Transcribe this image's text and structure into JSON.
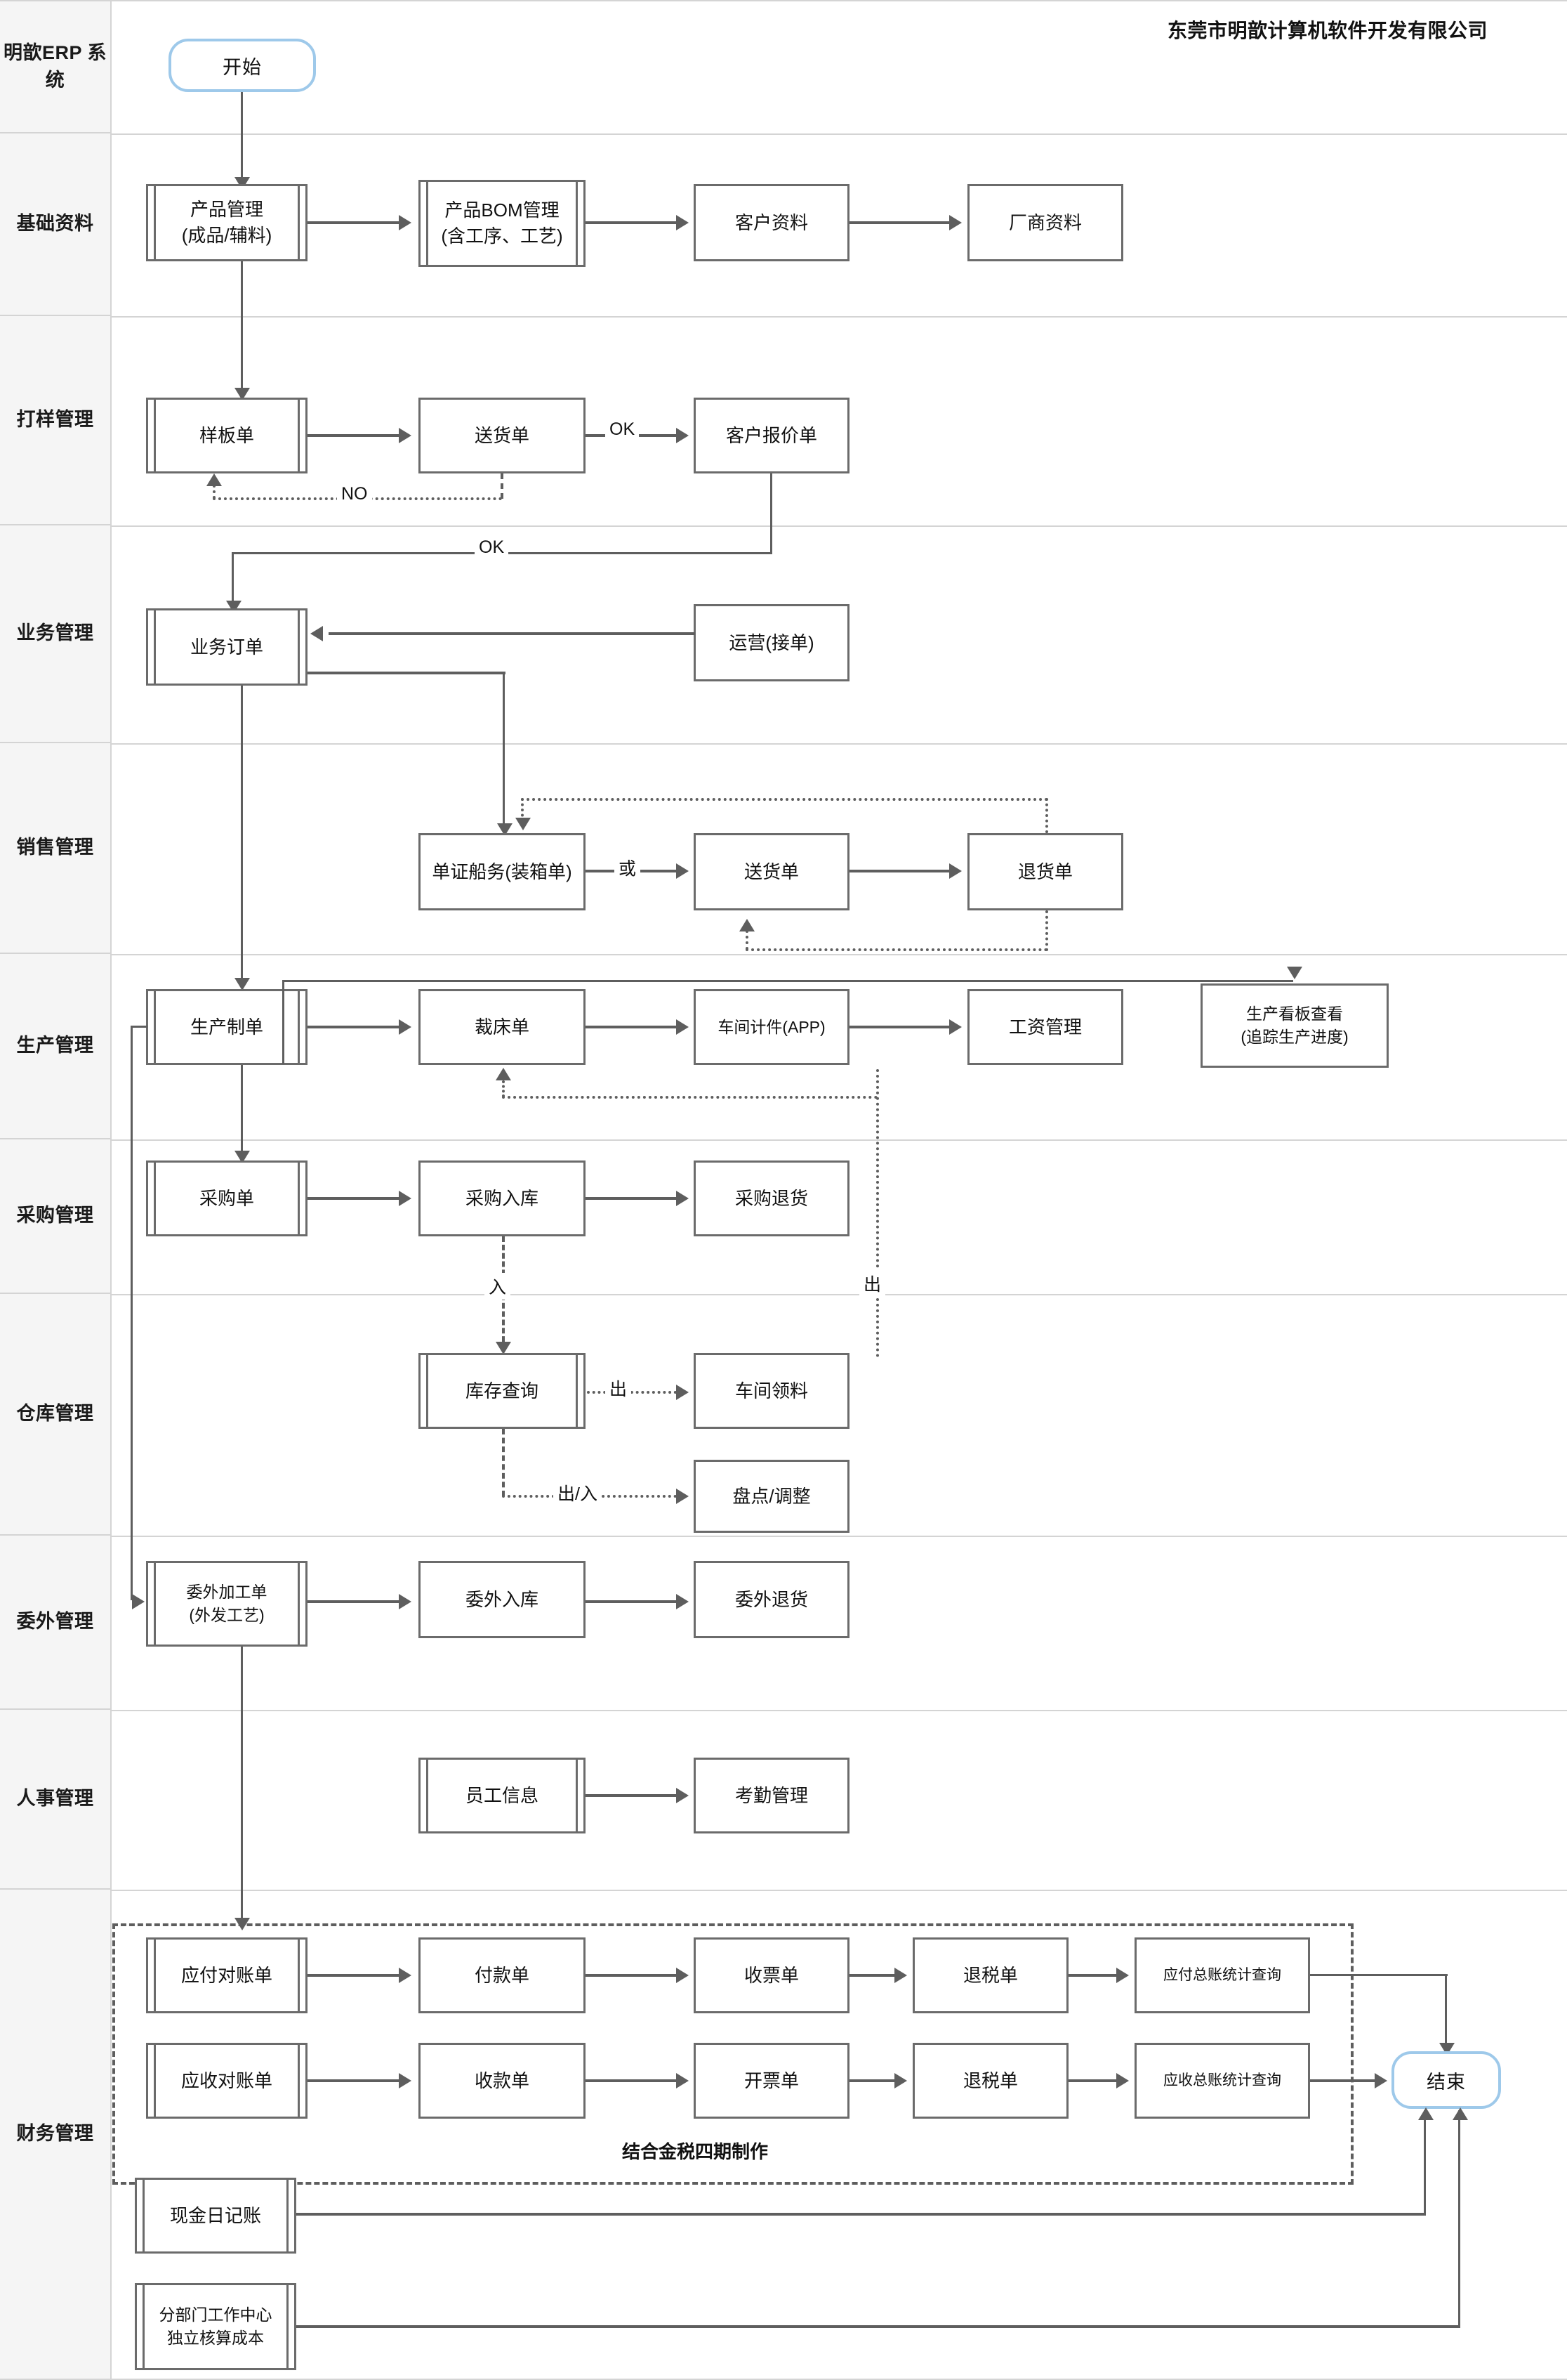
{
  "header": {
    "company": "东莞市明歆计算机软件开发有限公司"
  },
  "lanes": [
    {
      "id": "system",
      "label": "明歆ERP\n系统"
    },
    {
      "id": "basic",
      "label": "基础资料"
    },
    {
      "id": "sample",
      "label": "打样管理"
    },
    {
      "id": "business",
      "label": "业务管理"
    },
    {
      "id": "sales",
      "label": "销售管理"
    },
    {
      "id": "produce",
      "label": "生产管理"
    },
    {
      "id": "purchase",
      "label": "采购管理"
    },
    {
      "id": "warehouse",
      "label": "仓库管理"
    },
    {
      "id": "outsource",
      "label": "委外管理"
    },
    {
      "id": "hr",
      "label": "人事管理"
    },
    {
      "id": "finance",
      "label": "财务管理"
    }
  ],
  "terminators": {
    "start": "开始",
    "end": "结束"
  },
  "nodes": {
    "product_mgmt": "产品管理\n(成品/辅料)",
    "bom_mgmt": "产品BOM管理\n(含工序、工艺)",
    "customer_data": "客户资料",
    "vendor_data": "厂商资料",
    "sample_order": "样板单",
    "sample_delivery": "送货单",
    "customer_quote": "客户报价单",
    "business_order": "业务订单",
    "operation_receive": "运营(接单)",
    "doc_shipping": "单证船务(装箱单)",
    "sales_delivery": "送货单",
    "sales_return": "退货单",
    "production_order": "生产制单",
    "cutting_order": "裁床单",
    "workshop_piece": "车间计件(APP)",
    "salary_mgmt": "工资管理",
    "production_board": "生产看板查看\n(追踪生产进度)",
    "purchase_order": "采购单",
    "purchase_in": "采购入库",
    "purchase_return": "采购退货",
    "stock_query": "库存查询",
    "workshop_pick": "车间领料",
    "stocktake_adjust": "盘点/调整",
    "outsource_order": "委外加工单\n(外发工艺)",
    "outsource_in": "委外入库",
    "outsource_return": "委外退货",
    "employee_info": "员工信息",
    "attendance_mgmt": "考勤管理",
    "ap_statement": "应付对账单",
    "payment_order": "付款单",
    "receipt_invoice": "收票单",
    "tax_refund_ap": "退税单",
    "ap_ledger_query": "应付总账统计查询",
    "ar_statement": "应收对账单",
    "receive_order": "收款单",
    "issue_invoice": "开票单",
    "tax_refund_ar": "退税单",
    "ar_ledger_query": "应收总账统计查询",
    "cash_journal": "现金日记账",
    "dept_cost_center": "分部门工作中心\n独立核算成本"
  },
  "edge_labels": {
    "ok_quote": "OK",
    "no_loop": "NO",
    "ok_order": "OK",
    "or_choice": "或",
    "in_stock": "入",
    "out_stock": "出",
    "out_prod": "出",
    "out_in": "出/入"
  },
  "annotations": {
    "golden_tax": "结合金税四期制作"
  },
  "colors": {
    "terminator_border": "#9ec9ea",
    "node_border": "#6b6b6b",
    "connector": "#5e5e5e",
    "lane_bg": "#f5f5f5",
    "lane_divider": "#d4d4d4"
  }
}
